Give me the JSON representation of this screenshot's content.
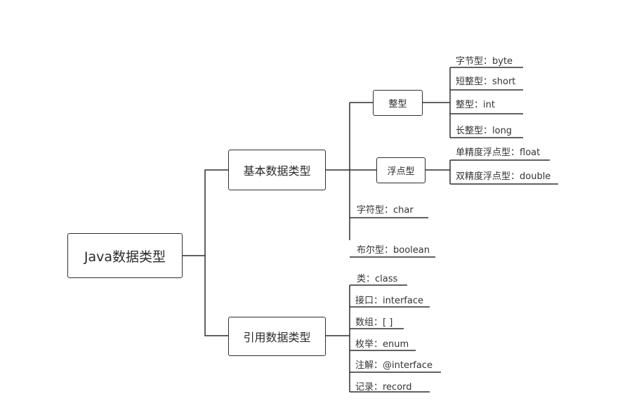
{
  "root": {
    "label": "Java数据类型"
  },
  "basic": {
    "label": "基本数据类型",
    "integer": {
      "label": "整型",
      "items": [
        "字节型：byte",
        "短整型：short",
        "整型：int",
        "长整型：long"
      ]
    },
    "float": {
      "label": "浮点型",
      "items": [
        "单精度浮点型：float",
        "双精度浮点型：double"
      ]
    },
    "char": "字符型：char",
    "boolean": "布尔型：boolean"
  },
  "reference": {
    "label": "引用数据类型",
    "items": [
      "类：class",
      "接口：interface",
      "数组：[ ]",
      "枚举：enum",
      "注解：@interface",
      "记录：record"
    ]
  }
}
